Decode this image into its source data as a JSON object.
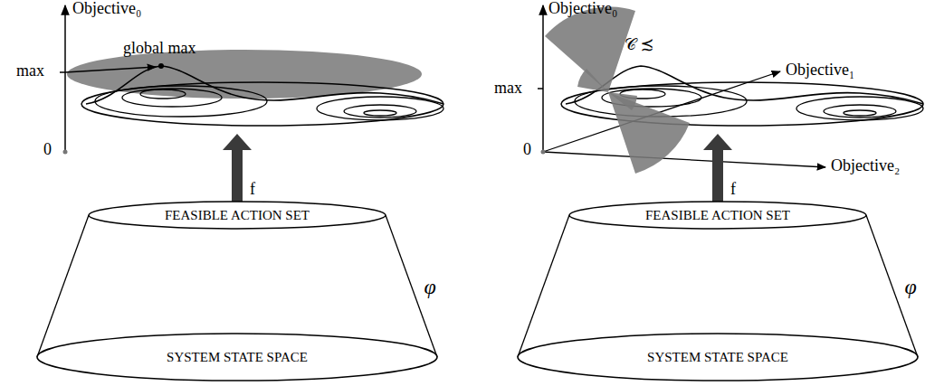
{
  "diagram": {
    "nodes": [
      {
        "text": [
          "FEASIBLE ACTION SET"
        ]
      },
      {
        "text": [
          "SYSTEM STATE SPACE"
        ]
      },
      {
        "text": [
          "FEASIBLE ACTION SET"
        ]
      },
      {
        "text": [
          "SYSTEM STATE SPACE"
        ]
      }
    ],
    "edges": [
      {
        "from": 1,
        "to": 0,
        "arrow": "none"
      },
      {
        "from": 1,
        "to": 0,
        "label": "φ",
        "arrow": "none"
      },
      {
        "from": 3,
        "to": 2,
        "arrow": "none"
      },
      {
        "from": 3,
        "to": 2,
        "label": "φ",
        "arrow": "none"
      }
    ],
    "labels": [
      "Objective₀",
      "max",
      "global max",
      "0",
      "f",
      "Objective₀",
      "Objective₁",
      "max",
      "0",
      "Objective₂",
      "𝒞 ≾",
      "f"
    ]
  }
}
